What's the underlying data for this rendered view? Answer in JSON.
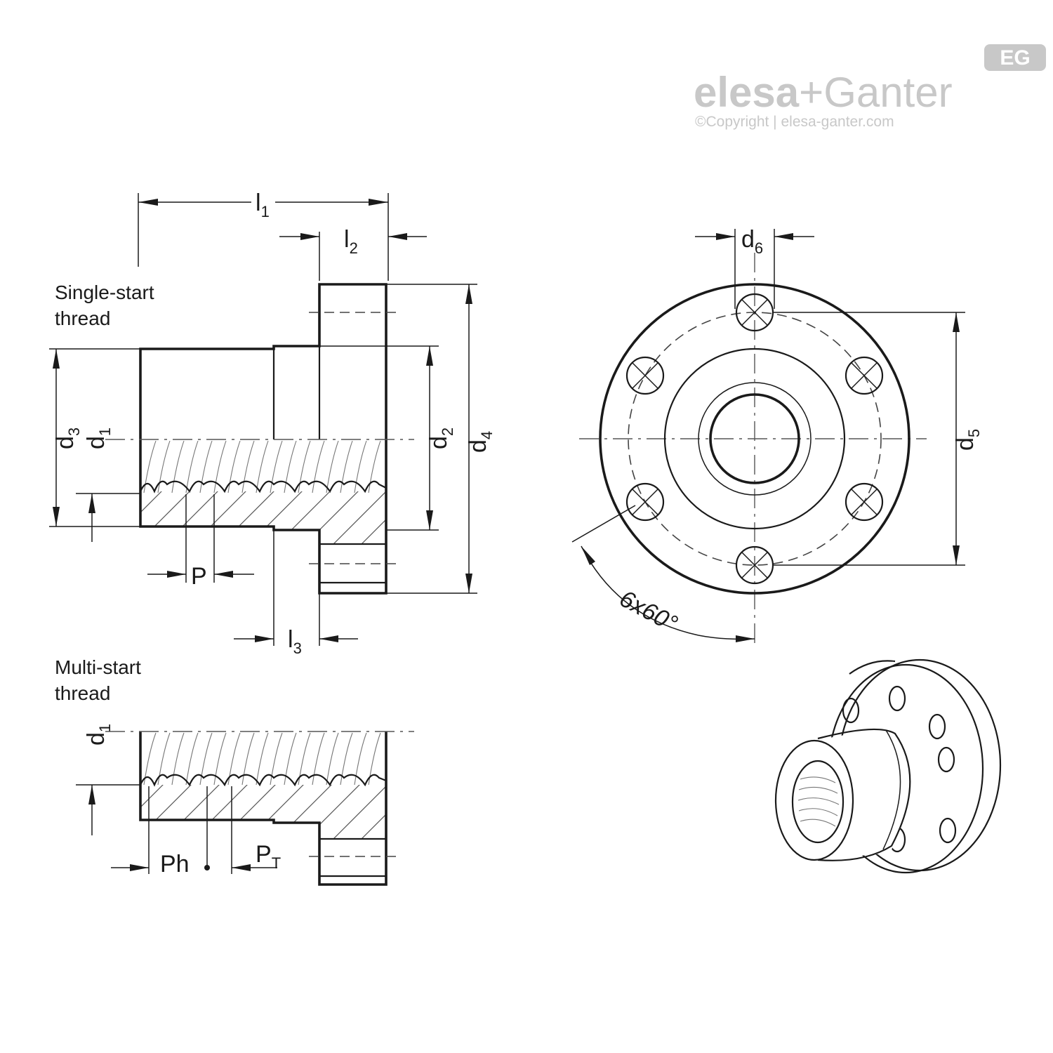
{
  "logo": {
    "badge": "EG",
    "brand_left": "elesa",
    "brand_plus": "+",
    "brand_right": "Ganter",
    "copyright": "©Copyright | elesa-ganter.com"
  },
  "captions": {
    "single_start_line1": "Single-start",
    "single_start_line2": "thread",
    "multi_start_line1": "Multi-start",
    "multi_start_line2": "thread"
  },
  "dimensions": {
    "l1": {
      "main": "l",
      "sub": "1"
    },
    "l2": {
      "main": "l",
      "sub": "2"
    },
    "l3": {
      "main": "l",
      "sub": "3"
    },
    "d1": {
      "main": "d",
      "sub": "1"
    },
    "d1_multi": {
      "main": "d",
      "sub": "1"
    },
    "d2": {
      "main": "d",
      "sub": "2"
    },
    "d3": {
      "main": "d",
      "sub": "3"
    },
    "d4": {
      "main": "d",
      "sub": "4"
    },
    "d5": {
      "main": "d",
      "sub": "5"
    },
    "d6": {
      "main": "d",
      "sub": "6"
    },
    "p": "P",
    "ph": "Ph",
    "pt": {
      "main": "P",
      "sub": "T"
    },
    "angle": "6x60°"
  },
  "colors": {
    "line": "#1a1a1a",
    "logo": "#c8c8c8"
  }
}
